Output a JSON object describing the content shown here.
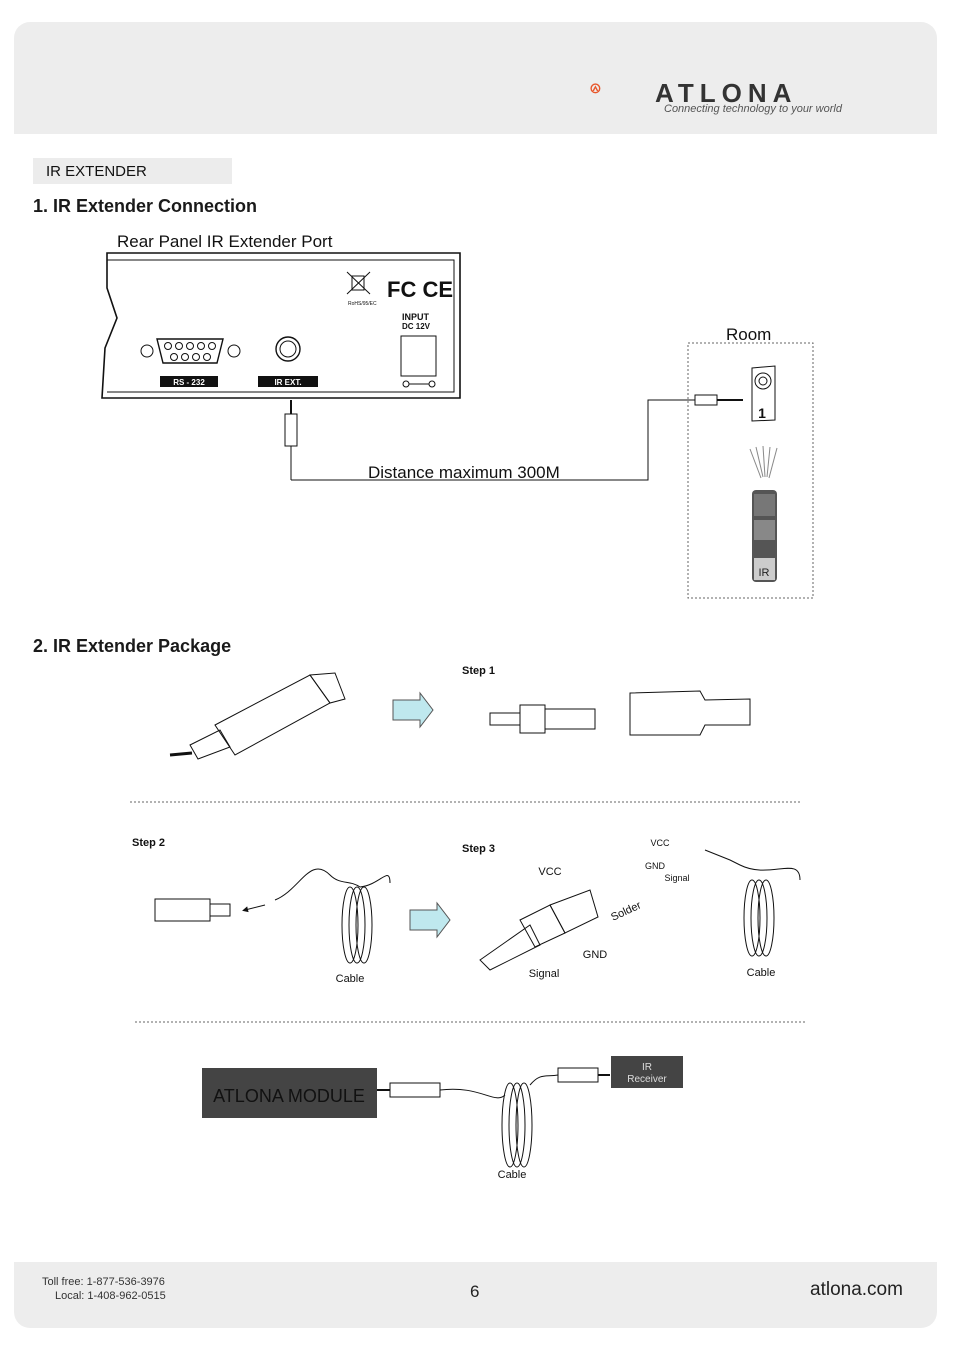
{
  "brand": {
    "name": "ATLONA",
    "tagline": "Connecting technology to your world"
  },
  "section_tab": "IR EXTENDER",
  "sections": {
    "connection_title": "1. IR Extender Connection",
    "package_title": "2. IR Extender Package"
  },
  "connection_diagram": {
    "panel_title": "Rear Panel IR Extender Port",
    "rohs": "RoHS/95/EC",
    "input_label": "INPUT",
    "input_voltage": "DC 12V",
    "rs232_label": "RS - 232",
    "irext_label": "IR EXT.",
    "distance_label": "Distance maximum 300M",
    "room_label": "Room",
    "receiver_number": "1",
    "remote_label": "IR"
  },
  "package_diagram": {
    "step1": "Step 1",
    "step2": "Step 2",
    "step3": "Step 3",
    "vcc": "VCC",
    "gnd": "GND",
    "signal": "Signal",
    "solder": "Solder",
    "cable": "Cable",
    "module_label": "ATLONA MODULE",
    "ir_receiver_line1": "IR",
    "ir_receiver_line2": "Receiver"
  },
  "footer": {
    "toll_free": "Toll free: 1-877-536-3976",
    "local": "Local: 1-408-962-0515",
    "page_number": "6",
    "website": "atlona.com"
  },
  "colors": {
    "brand_orange": "#e8562a",
    "panel_gray": "#ededed",
    "module_dark": "#444444",
    "arrow_fill": "#bfe8ee"
  }
}
